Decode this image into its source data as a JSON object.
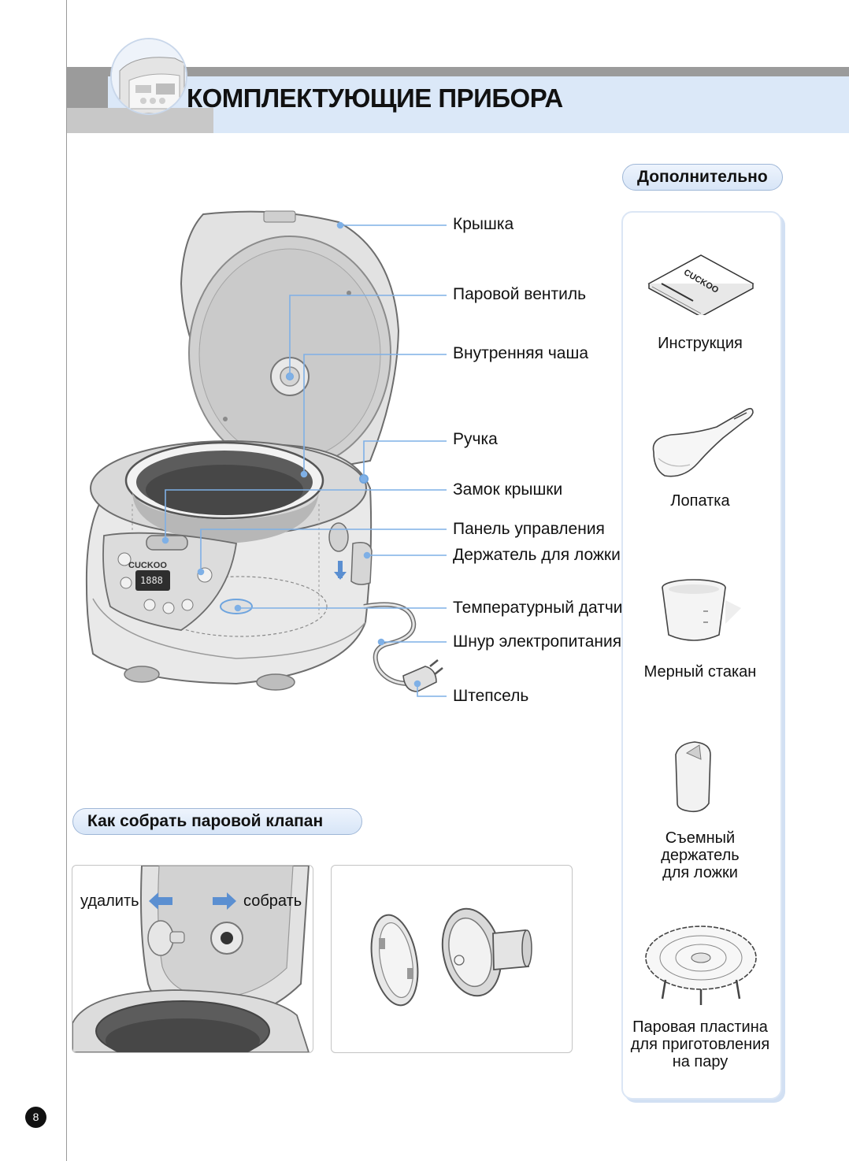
{
  "page": {
    "title": "КОМПЛЕКТУЮЩИЕ ПРИБОРА",
    "page_number": "8"
  },
  "callouts": [
    "Крышка",
    "Паровой вентиль",
    "Внутренняя чаша",
    "Ручка",
    "Замок крышки",
    "Панель управления",
    "Держатель для ложки",
    "Температурный датчик",
    "Шнур электропитания",
    "Штепсель"
  ],
  "accessories": {
    "header": "Дополнительно",
    "items": [
      {
        "label": "Инструкция",
        "icon": "manual-book-icon"
      },
      {
        "label": "Лопатка",
        "icon": "rice-spatula-icon"
      },
      {
        "label": "Мерный стакан",
        "icon": "measuring-cup-icon"
      },
      {
        "label_lines": [
          "Съемный",
          "держатель",
          "для ложки"
        ],
        "icon": "spoon-holder-icon"
      },
      {
        "label_lines": [
          "Паровая пластина",
          "для приготовления",
          "на пару"
        ],
        "icon": "steam-plate-icon"
      }
    ]
  },
  "cooker_panel": {
    "brand": "CUCKOO",
    "display": "1888"
  },
  "manual_brand": "CUCKOO",
  "assembly": {
    "header": "Как собрать паровой клапан",
    "remove_label": "удалить",
    "assemble_label": "собрать"
  },
  "colors": {
    "header_gray": "#9b9b9b",
    "header_blue": "#dbe8f8",
    "arrow_blue": "#5b8fd1",
    "leader_blue": "#7fb0e6"
  }
}
